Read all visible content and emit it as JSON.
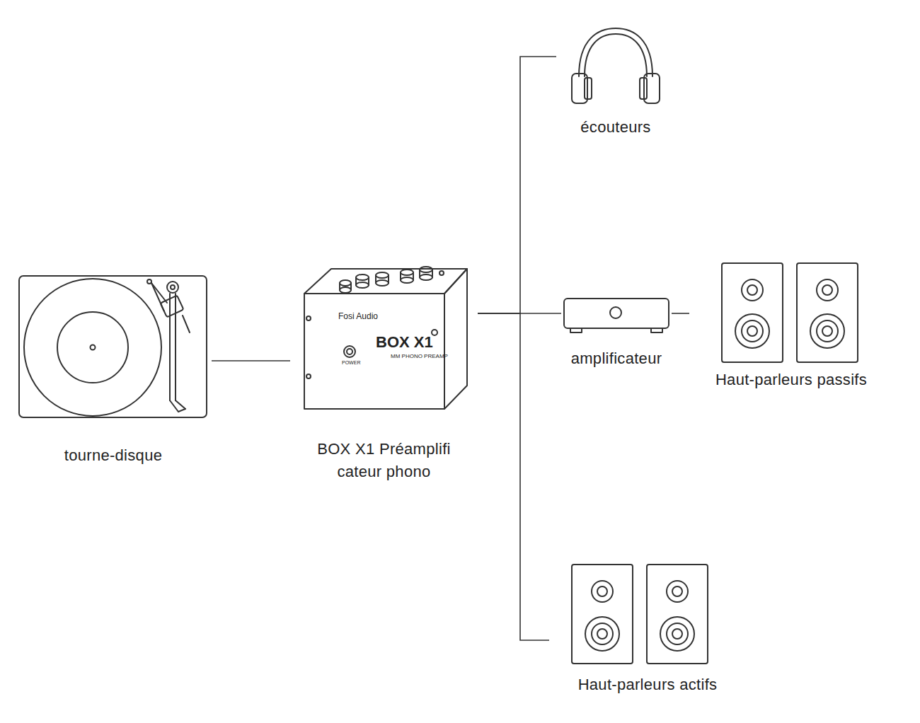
{
  "diagram": {
    "nodes": [
      {
        "text": [
          "tourne-disque"
        ]
      },
      {
        "text": [
          "BOX X1 Préamplifi cateur phono"
        ]
      },
      {
        "text": [
          "écouteurs"
        ]
      },
      {
        "text": [
          "amplificateur"
        ]
      },
      {
        "text": [
          "Haut-parleurs passifs"
        ]
      },
      {
        "text": [
          "Haut-parleurs actifs"
        ]
      }
    ],
    "edges": [
      {
        "from": 0,
        "to": 1,
        "arrow": "none"
      },
      {
        "from": 1,
        "to": 2,
        "arrow": "none"
      },
      {
        "from": 1,
        "to": 3,
        "arrow": "none"
      },
      {
        "from": 1,
        "to": 5,
        "arrow": "none"
      },
      {
        "from": 3,
        "to": 4,
        "arrow": "none"
      }
    ],
    "labels": [
      "Fosi Audio",
      "BOX X1",
      "MM PHONO PREAMP",
      "POWER"
    ]
  }
}
